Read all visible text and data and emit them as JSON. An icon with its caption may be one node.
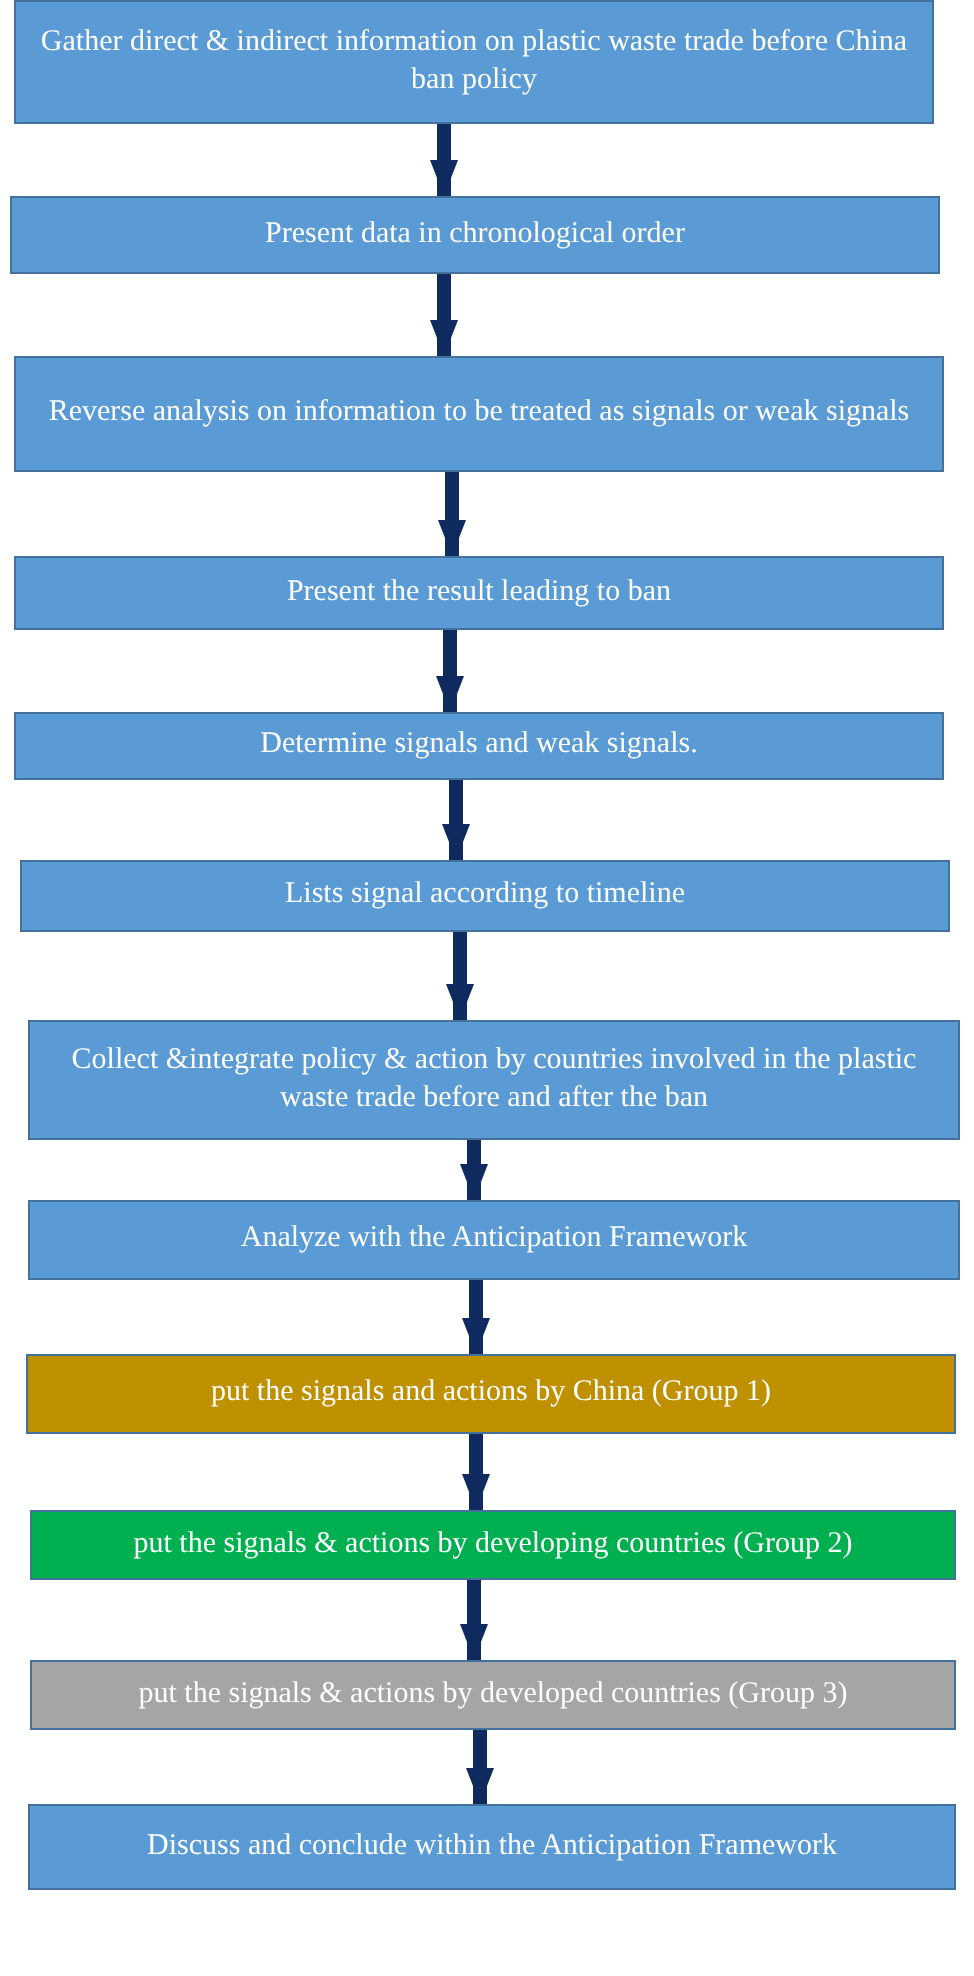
{
  "diagram": {
    "nodes": [
      {
        "text": [
          "Gather direct & indirect information on plastic waste trade before China ban policy"
        ]
      },
      {
        "text": [
          "Present data in chronological order"
        ]
      },
      {
        "text": [
          "Reverse analysis on information to be treated as signals or weak signals"
        ]
      },
      {
        "text": [
          "Present the result leading to ban"
        ]
      },
      {
        "text": [
          "Determine signals and weak signals."
        ]
      },
      {
        "text": [
          "Lists signal according to timeline"
        ]
      },
      {
        "text": [
          "Collect &integrate policy & action by countries involved in the plastic waste trade before and after the ban"
        ]
      },
      {
        "text": [
          "Analyze with the Anticipation Framework"
        ]
      },
      {
        "text": [
          "put the signals and actions by China (Group 1)"
        ]
      },
      {
        "text": [
          "put the signals & actions by developing countries (Group 2)"
        ]
      },
      {
        "text": [
          "put the signals & actions by developed countries (Group 3)"
        ]
      },
      {
        "text": [
          "Discuss and conclude within the Anticipation Framework"
        ]
      }
    ],
    "edges": [
      {
        "from": 0,
        "to": 1,
        "arrow": "to"
      },
      {
        "from": 1,
        "to": 2,
        "arrow": "to"
      },
      {
        "from": 2,
        "to": 3,
        "arrow": "to"
      },
      {
        "from": 3,
        "to": 4,
        "arrow": "to"
      },
      {
        "from": 4,
        "to": 5,
        "arrow": "to"
      },
      {
        "from": 5,
        "to": 6,
        "arrow": "to"
      },
      {
        "from": 6,
        "to": 7,
        "arrow": "to"
      },
      {
        "from": 7,
        "to": 8,
        "arrow": "to"
      },
      {
        "from": 8,
        "to": 9,
        "arrow": "to"
      },
      {
        "from": 9,
        "to": 10,
        "arrow": "to"
      },
      {
        "from": 10,
        "to": 11,
        "arrow": "to"
      }
    ]
  }
}
